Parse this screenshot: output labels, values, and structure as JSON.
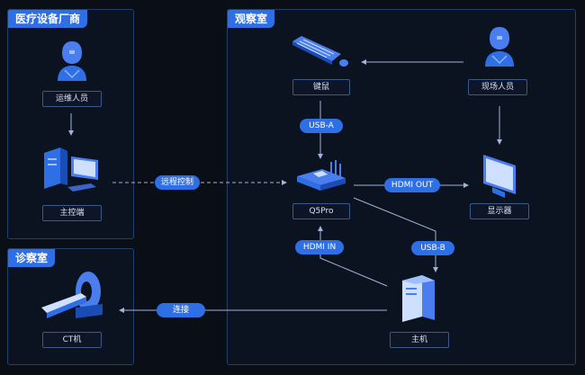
{
  "panels": {
    "manufacturer": "医疗设备厂商",
    "observation": "观察室",
    "clinic": "诊察室"
  },
  "nodes": {
    "ops": "运维人员",
    "console": "主控端",
    "keyboard": "键鼠",
    "onsite": "现场人员",
    "q5pro": "Q5Pro",
    "display": "显示器",
    "host": "主机",
    "ct": "CT机"
  },
  "edges": {
    "remote": "远程控制",
    "usb_a": "USB-A",
    "hdmi_out": "HDMI OUT",
    "hdmi_in": "HDMI IN",
    "usb_b": "USB-B",
    "connect": "连接"
  },
  "colors": {
    "accent": "#2f6fe6",
    "line": "#9fb4d6",
    "border": "#22406b"
  }
}
